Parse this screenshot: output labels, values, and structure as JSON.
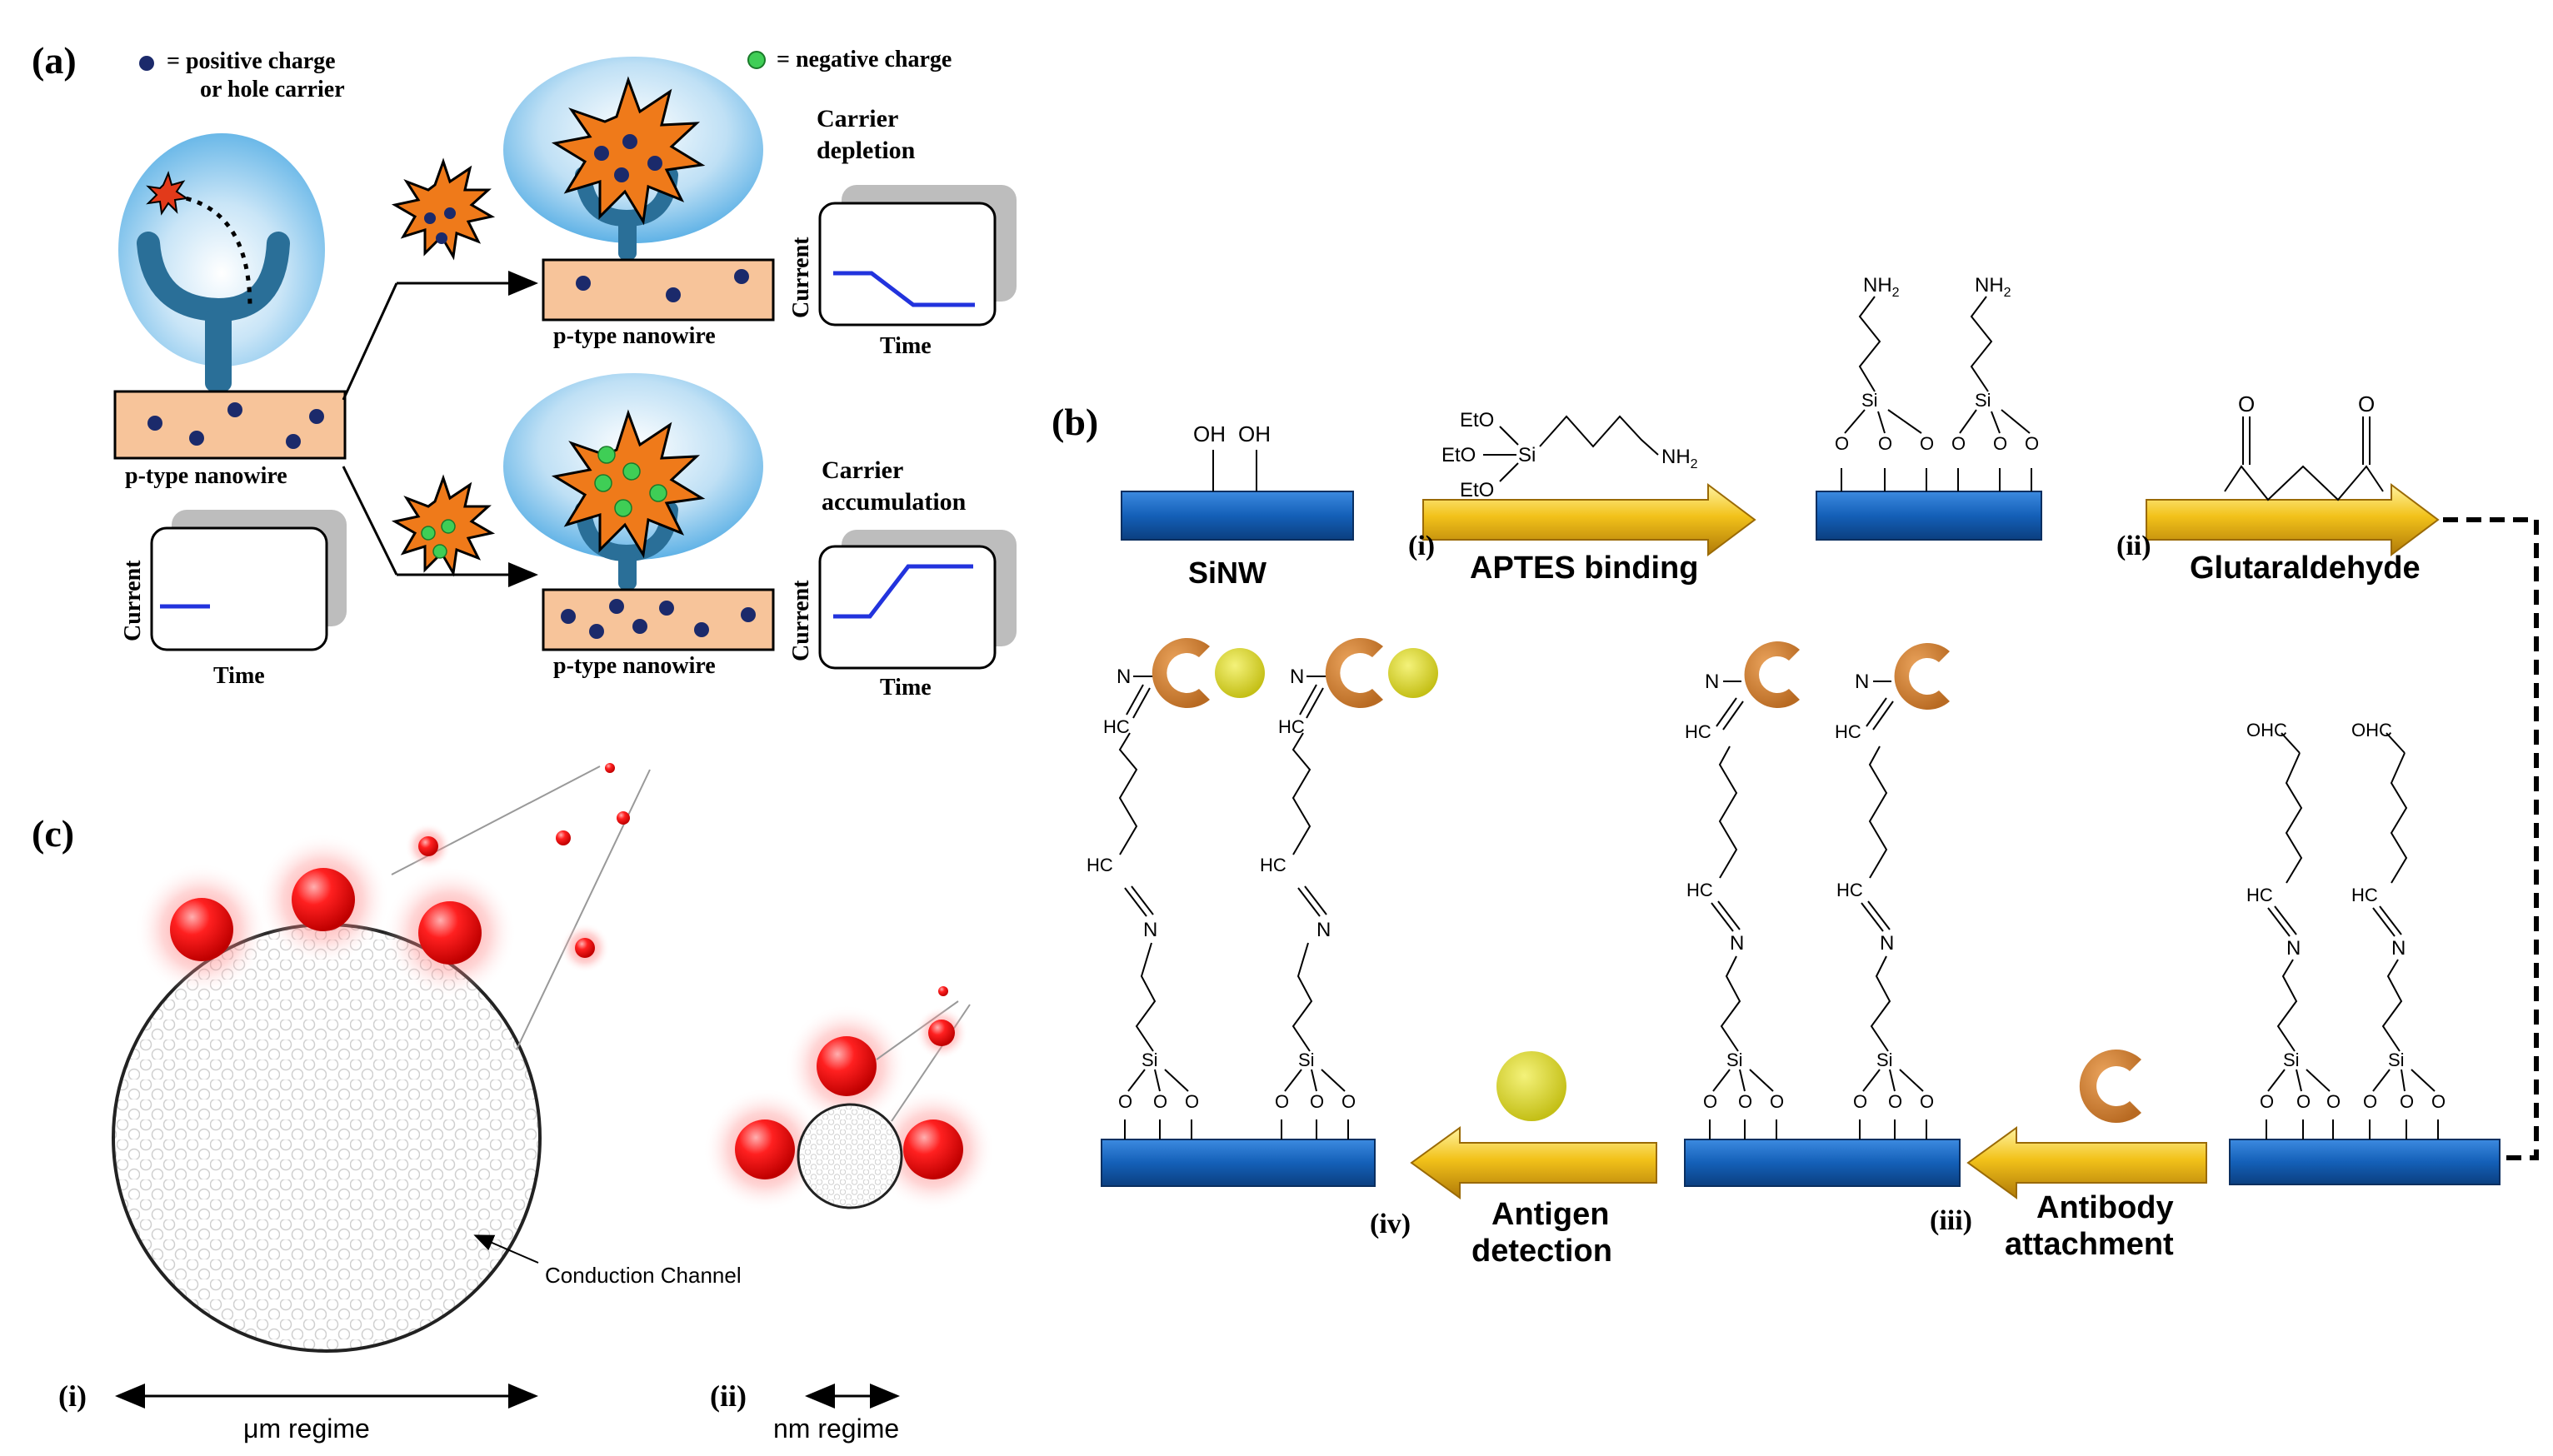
{
  "panel_a": {
    "label": "(a)",
    "legend_positive": "= positive charge",
    "legend_positive_2": "or hole carrier",
    "legend_negative": "= negative charge",
    "nanowire_label": "p-type nanowire",
    "depletion_1": "Carrier",
    "depletion_2": "depletion",
    "accumulation_1": "Carrier",
    "accumulation_2": "accumulation",
    "current": "Current",
    "time": "Time",
    "colors": {
      "positive": "#1b2a6b",
      "negative": "#3fce56",
      "nanowire": "#f7c49a",
      "trace": "#2233dd"
    }
  },
  "panel_b": {
    "label": "(b)",
    "sinw": "SiNW",
    "step_i": "(i)",
    "step_i_label": "APTES binding",
    "step_ii": "(ii)",
    "step_ii_label": "Glutaraldehyde",
    "step_iii": "(iii)",
    "step_iii_label_1": "Antibody",
    "step_iii_label_2": "attachment",
    "step_iv": "(iv)",
    "step_iv_label_1": "Antigen",
    "step_iv_label_2": "detection",
    "oh": "OH",
    "nh2": "NH",
    "nh2_sub": "2",
    "eto": "EtO",
    "si": "Si",
    "o": "O",
    "n": "N",
    "hc": "HC",
    "ohc": "OHC",
    "colors": {
      "substrate": "#1460b8",
      "arrow": "#f2c21a",
      "antibody": "#d98a3c",
      "antigen": "#d6d32a"
    }
  },
  "panel_c": {
    "label": "(c)",
    "conduction_channel": "Conduction Channel",
    "sub_i": "(i)",
    "um_regime": "μm regime",
    "sub_ii": "(ii)",
    "nm_regime": "nm regime",
    "colors": {
      "charge": "#e01010"
    }
  }
}
